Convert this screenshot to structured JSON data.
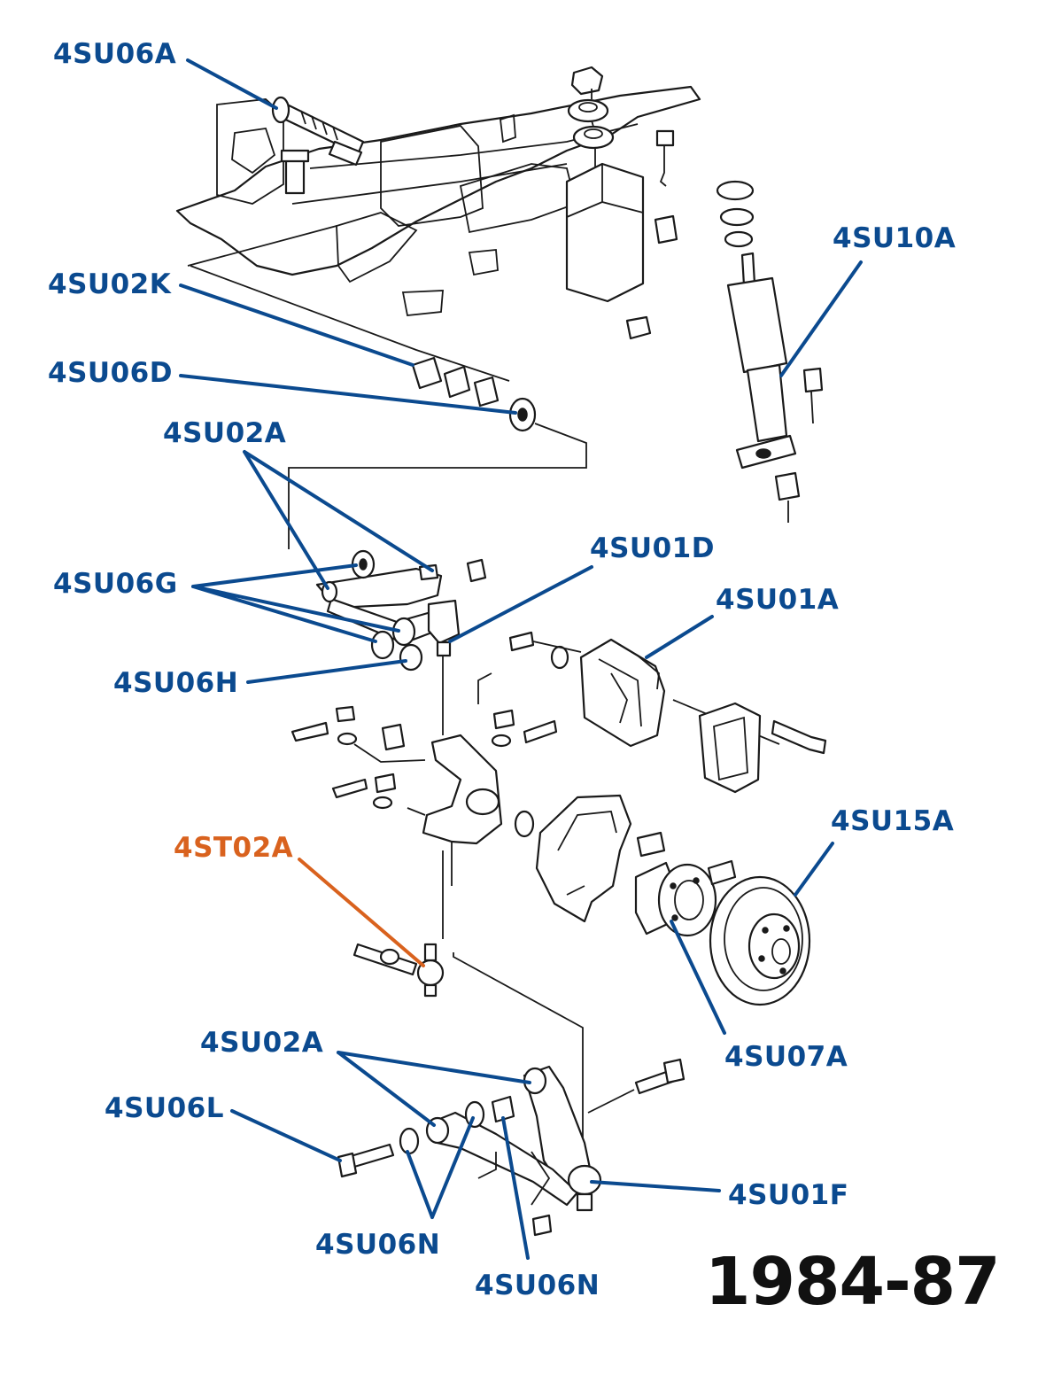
{
  "colors": {
    "callout": "#0b4a8f",
    "callout_alt": "#d9621e",
    "ink": "#1a1a1a",
    "year": "#111111"
  },
  "labels": {
    "l1": "4SU06A",
    "l2": "4SU02K",
    "l3": "4SU06D",
    "l4": "4SU02A",
    "l5": "4SU06G",
    "l6": "4SU06H",
    "l7": "4SU01D",
    "l8": "4SU01A",
    "l9": "4SU10A",
    "l10": "4SU15A",
    "l11": "4ST02A",
    "l12": "4SU07A",
    "l13": "4SU02A",
    "l14": "4SU06L",
    "l15": "4SU01F",
    "l16": "4SU06N",
    "l17": "4SU06N"
  },
  "year": "1984-87"
}
